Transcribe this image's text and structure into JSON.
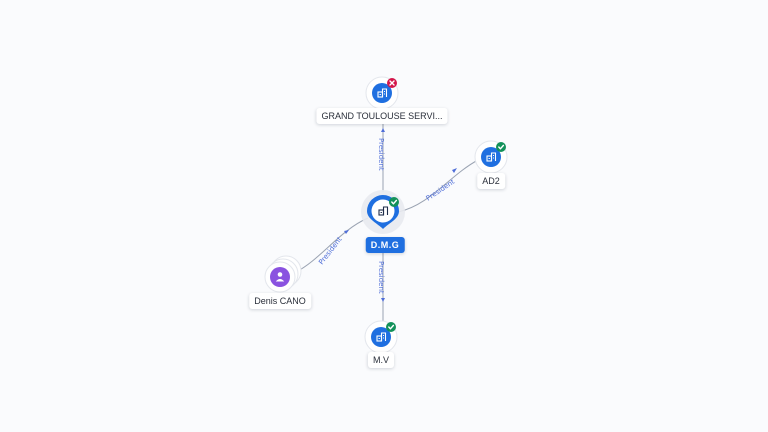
{
  "graph": {
    "center": {
      "label": "D.M.G",
      "status": "active"
    },
    "nodes": [
      {
        "key": "grand",
        "label": "GRAND TOULOUSE SERVI...",
        "type": "company",
        "status": "closed"
      },
      {
        "key": "ad2",
        "label": "AD2",
        "type": "company",
        "status": "active"
      },
      {
        "key": "mv",
        "label": "M.V",
        "type": "company",
        "status": "active"
      },
      {
        "key": "denis",
        "label": "Denis CANO",
        "type": "person",
        "status": "none"
      }
    ],
    "edges": [
      {
        "from": "dmg",
        "to": "grand",
        "label": "President"
      },
      {
        "from": "dmg",
        "to": "ad2",
        "label": "President"
      },
      {
        "from": "dmg",
        "to": "mv",
        "label": "President"
      },
      {
        "from": "denis",
        "to": "dmg",
        "label": "President"
      }
    ]
  },
  "icons": {
    "company": "building-icon",
    "person": "person-icon",
    "active": "check-badge-icon",
    "closed": "cross-badge-icon"
  },
  "colors": {
    "company_node": "#1f6fe0",
    "person_node": "#8a52e0",
    "active_badge": "#12915a",
    "closed_badge": "#d3164a",
    "edge_label": "#4f6ed8",
    "edge_line": "#9aa3b2"
  }
}
